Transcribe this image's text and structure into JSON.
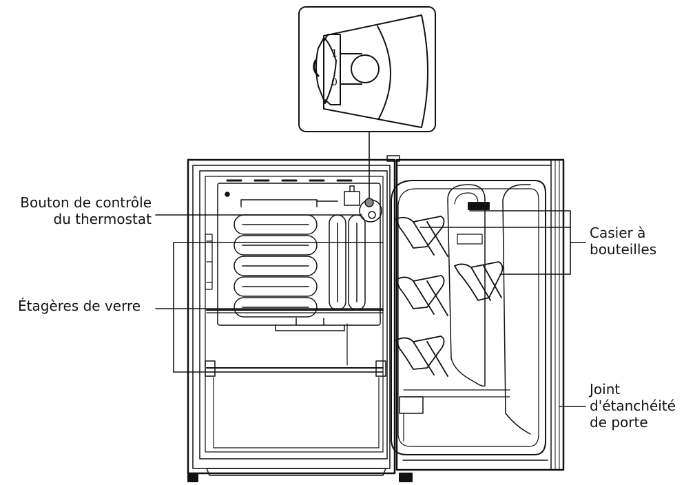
{
  "labels": {
    "thermostat_line1": "Bouton de contrôle",
    "thermostat_line2": "du thermostat",
    "shelves": "Étagères de verre",
    "bottle_line1": "Casier à",
    "bottle_line2": "bouteilles",
    "gasket_line1": "Joint",
    "gasket_line2": "d'étanchéité",
    "gasket_line3": "de porte"
  },
  "inset": {
    "mark_1": "1",
    "mark_0": "0"
  }
}
